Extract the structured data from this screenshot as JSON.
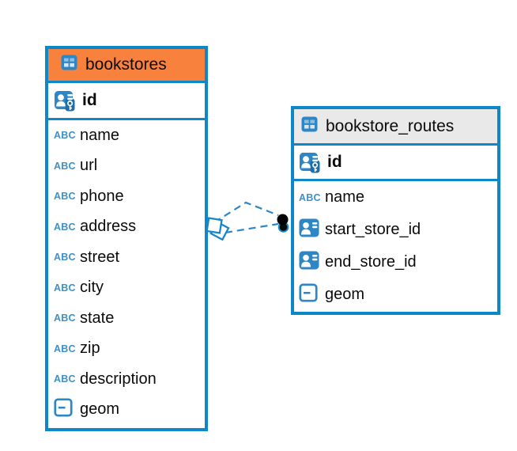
{
  "diagram": {
    "background": "#ffffff",
    "colors": {
      "entity_border": "#0e87c8",
      "bookstores_header_fill": "#f8813e",
      "bookstore_routes_header_fill": "#e9e9e9",
      "relation_line": "#2e86c5",
      "icon_blue": "#2e86c4",
      "text_type_blue": "#3f90ca",
      "text": "#0b0b0b"
    }
  },
  "icons": {
    "text_type_label": "ABC",
    "table_icon": "table-grid-icon",
    "primary_key_icon": "person-key-icon",
    "foreign_key_icon": "person-card-icon",
    "geometry_icon": "box-dash-icon"
  },
  "tables": [
    {
      "title": "bookstores",
      "header_style": "orange",
      "primary_key": {
        "name": "id",
        "icon": "pk"
      },
      "columns": [
        {
          "name": "name",
          "icon": "text"
        },
        {
          "name": "url",
          "icon": "text"
        },
        {
          "name": "phone",
          "icon": "text"
        },
        {
          "name": "address",
          "icon": "text"
        },
        {
          "name": "street",
          "icon": "text"
        },
        {
          "name": "city",
          "icon": "text"
        },
        {
          "name": "state",
          "icon": "text"
        },
        {
          "name": "zip",
          "icon": "text"
        },
        {
          "name": "description",
          "icon": "text"
        },
        {
          "name": "geom",
          "icon": "geom"
        }
      ]
    },
    {
      "title": "bookstore_routes",
      "header_style": "gray",
      "primary_key": {
        "name": "id",
        "icon": "pk"
      },
      "columns": [
        {
          "name": "name",
          "icon": "text"
        },
        {
          "name": "start_store_id",
          "icon": "fk"
        },
        {
          "name": "end_store_id",
          "icon": "fk"
        },
        {
          "name": "geom",
          "icon": "geom"
        }
      ]
    }
  ],
  "relation": {
    "from_table": "bookstores",
    "to_table": "bookstore_routes",
    "line_count": 2,
    "line_style": "dashed",
    "left_endpoint": "overlapping-diamonds",
    "right_endpoint": "overlapping-dots"
  }
}
